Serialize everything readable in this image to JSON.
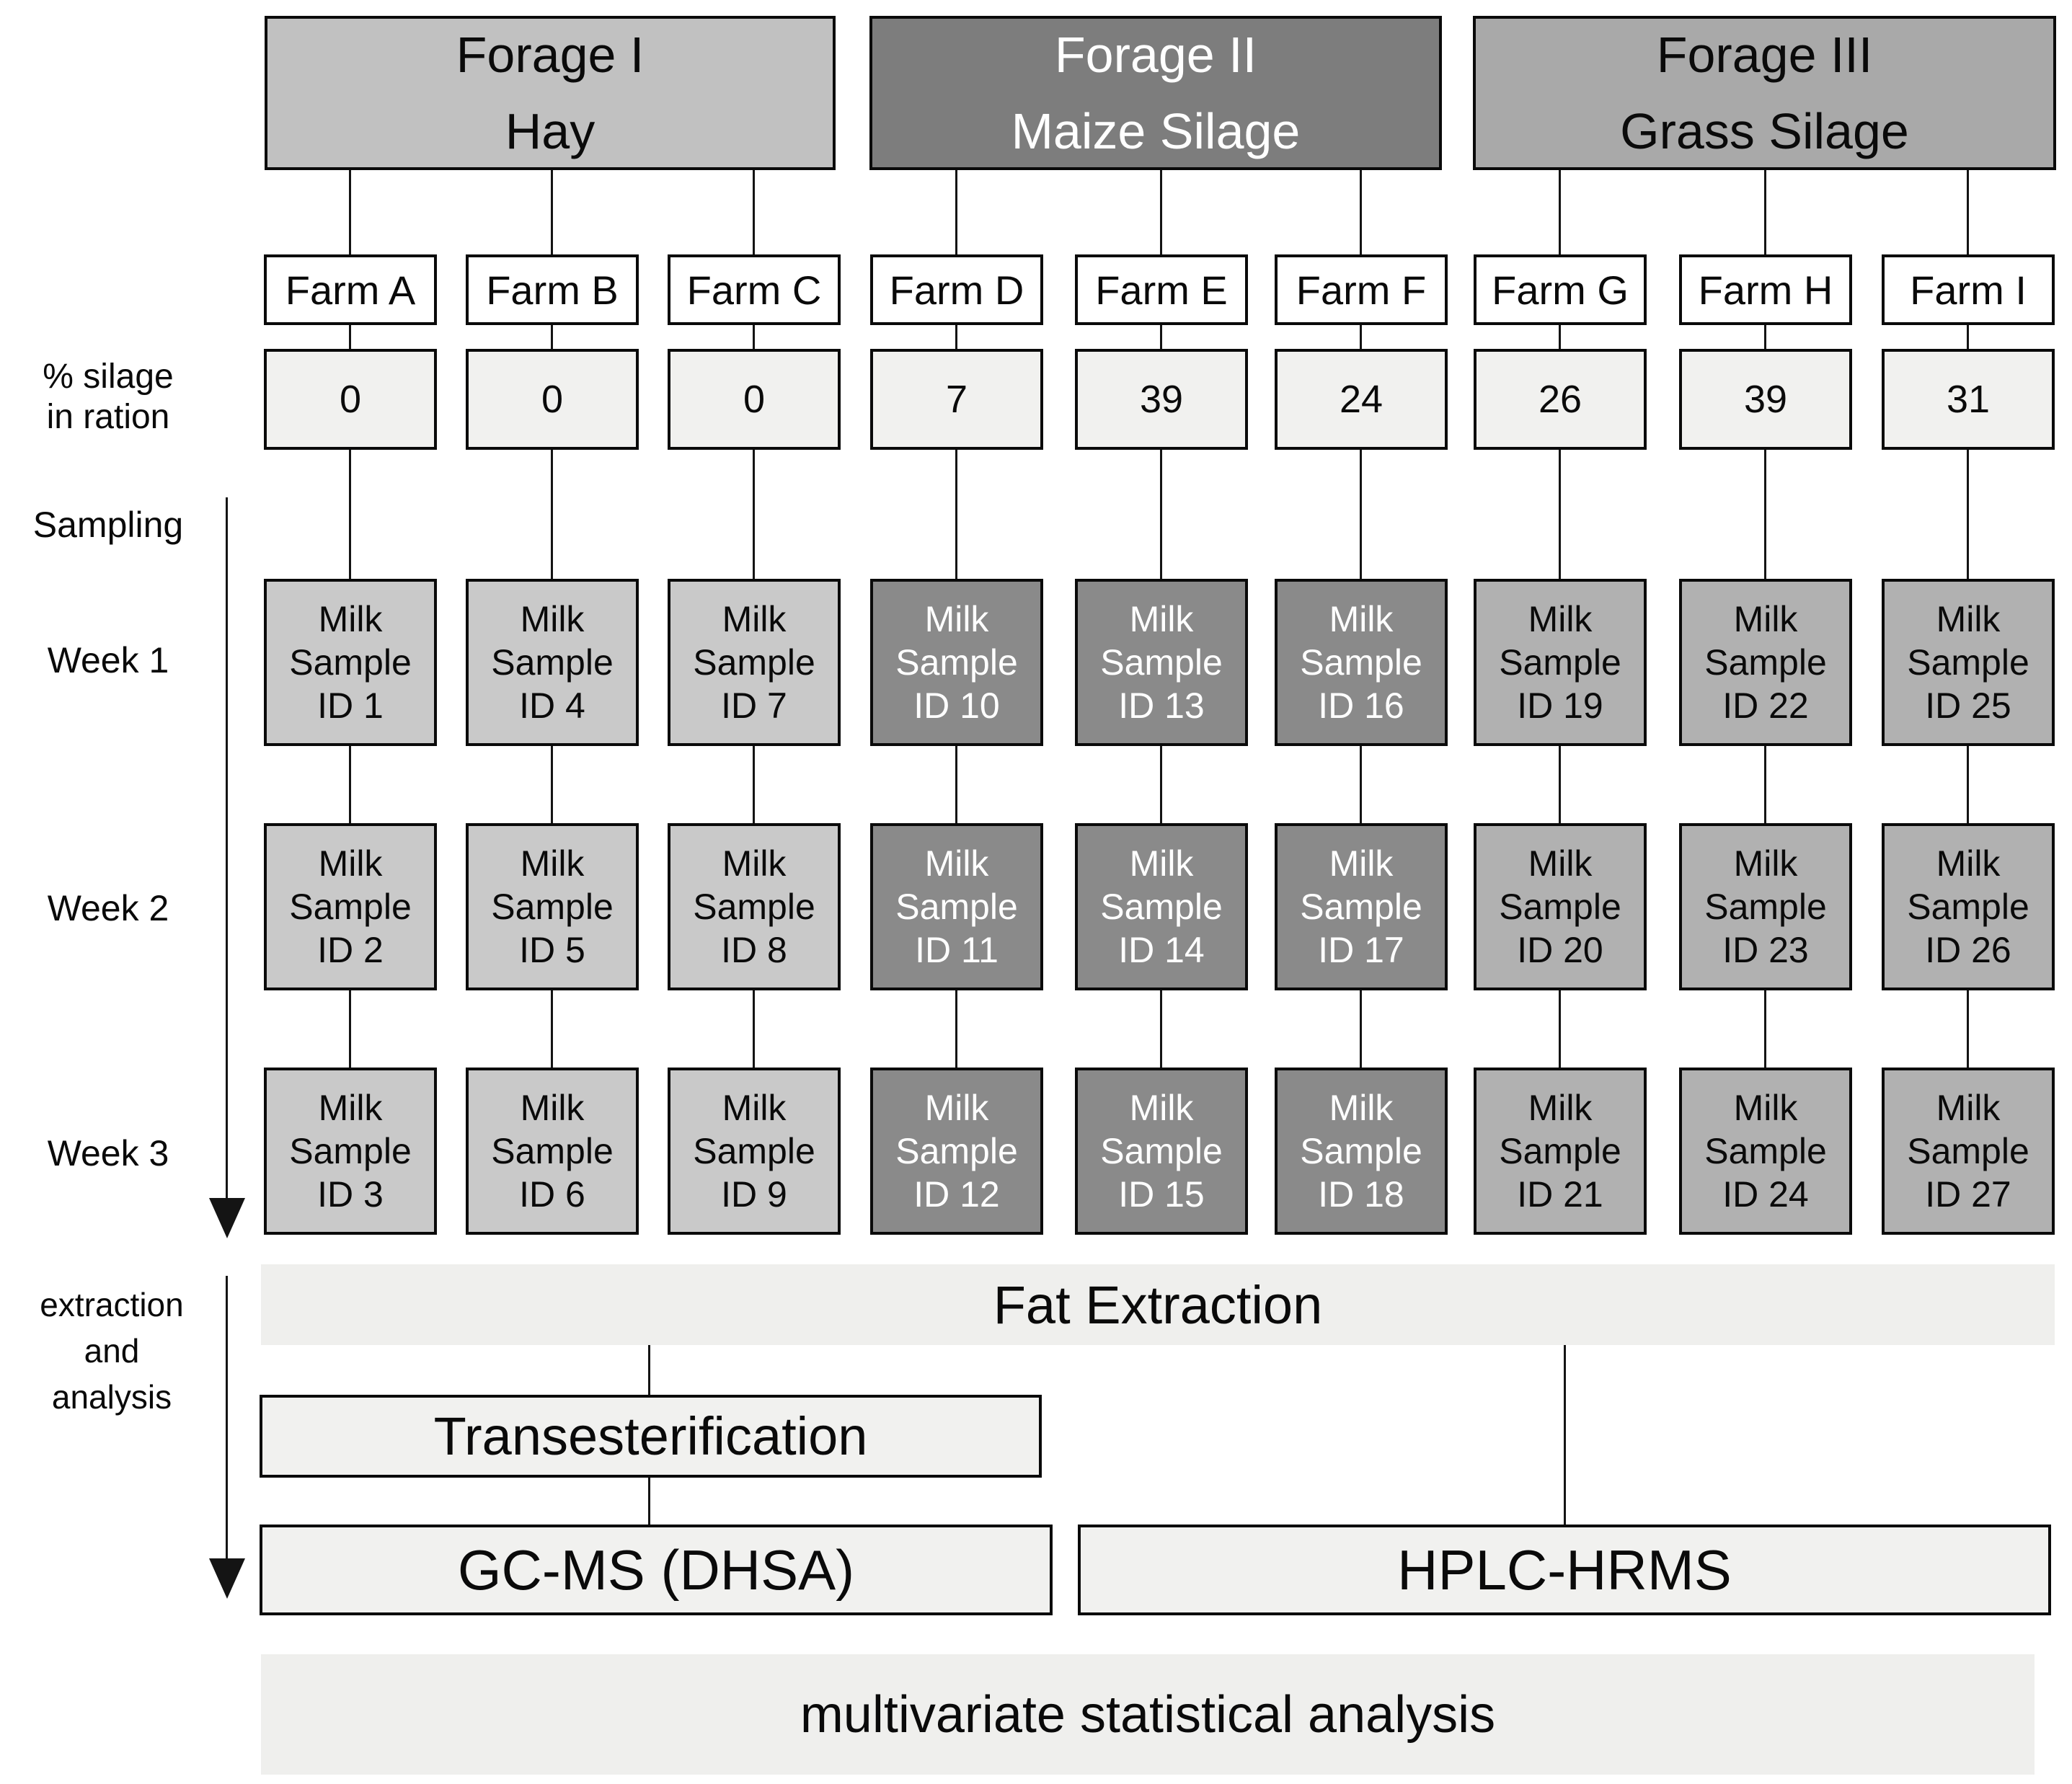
{
  "colors": {
    "forage1_fill": "#c1c1c1",
    "forage2_fill": "#7d7d7d",
    "forage3_fill": "#a9a9a9",
    "milk_light_fill": "#c9c9c9",
    "milk_dark_fill": "#8a8a8a",
    "milk_medium_fill": "#b1b1b1",
    "farm_fill": "#ffffff",
    "value_fill": "#f1f1ef",
    "process_bar_fill": "#efefed",
    "border": "#0a0a0a",
    "text_dark": "#0a0a0a",
    "text_light": "#ffffff"
  },
  "headers": [
    {
      "line1": "Forage I",
      "line2": "Hay"
    },
    {
      "line1": "Forage II",
      "line2": "Maize Silage"
    },
    {
      "line1": "Forage III",
      "line2": "Grass Silage"
    }
  ],
  "left_rail": {
    "silage_line1": "% silage",
    "silage_line2": "in ration",
    "sampling": "Sampling",
    "week1": "Week 1",
    "week2": "Week 2",
    "week3": "Week 3",
    "extraction_line1": "extraction",
    "extraction_line2": "and",
    "extraction_line3": "analysis"
  },
  "farms": [
    {
      "label": "Farm A",
      "silage": "0"
    },
    {
      "label": "Farm B",
      "silage": "0"
    },
    {
      "label": "Farm C",
      "silage": "0"
    },
    {
      "label": "Farm D",
      "silage": "7"
    },
    {
      "label": "Farm E",
      "silage": "39"
    },
    {
      "label": "Farm F",
      "silage": "24"
    },
    {
      "label": "Farm G",
      "silage": "26"
    },
    {
      "label": "Farm H",
      "silage": "39"
    },
    {
      "label": "Farm I",
      "silage": "31"
    }
  ],
  "milk": {
    "line1": "Milk",
    "line2": "Sample",
    "ids": [
      "ID 1",
      "ID 2",
      "ID 3",
      "ID 4",
      "ID 5",
      "ID 6",
      "ID 7",
      "ID 8",
      "ID 9",
      "ID 10",
      "ID 11",
      "ID 12",
      "ID 13",
      "ID 14",
      "ID 15",
      "ID 16",
      "ID 17",
      "ID 18",
      "ID 19",
      "ID 20",
      "ID 21",
      "ID 22",
      "ID 23",
      "ID 24",
      "ID 25",
      "ID 26",
      "ID 27"
    ]
  },
  "process": {
    "fat": "Fat Extraction",
    "trans": "Transesterification",
    "gcms": "GC-MS (DHSA)",
    "hplc": "HPLC-HRMS",
    "multi": "multivariate statistical analysis"
  }
}
